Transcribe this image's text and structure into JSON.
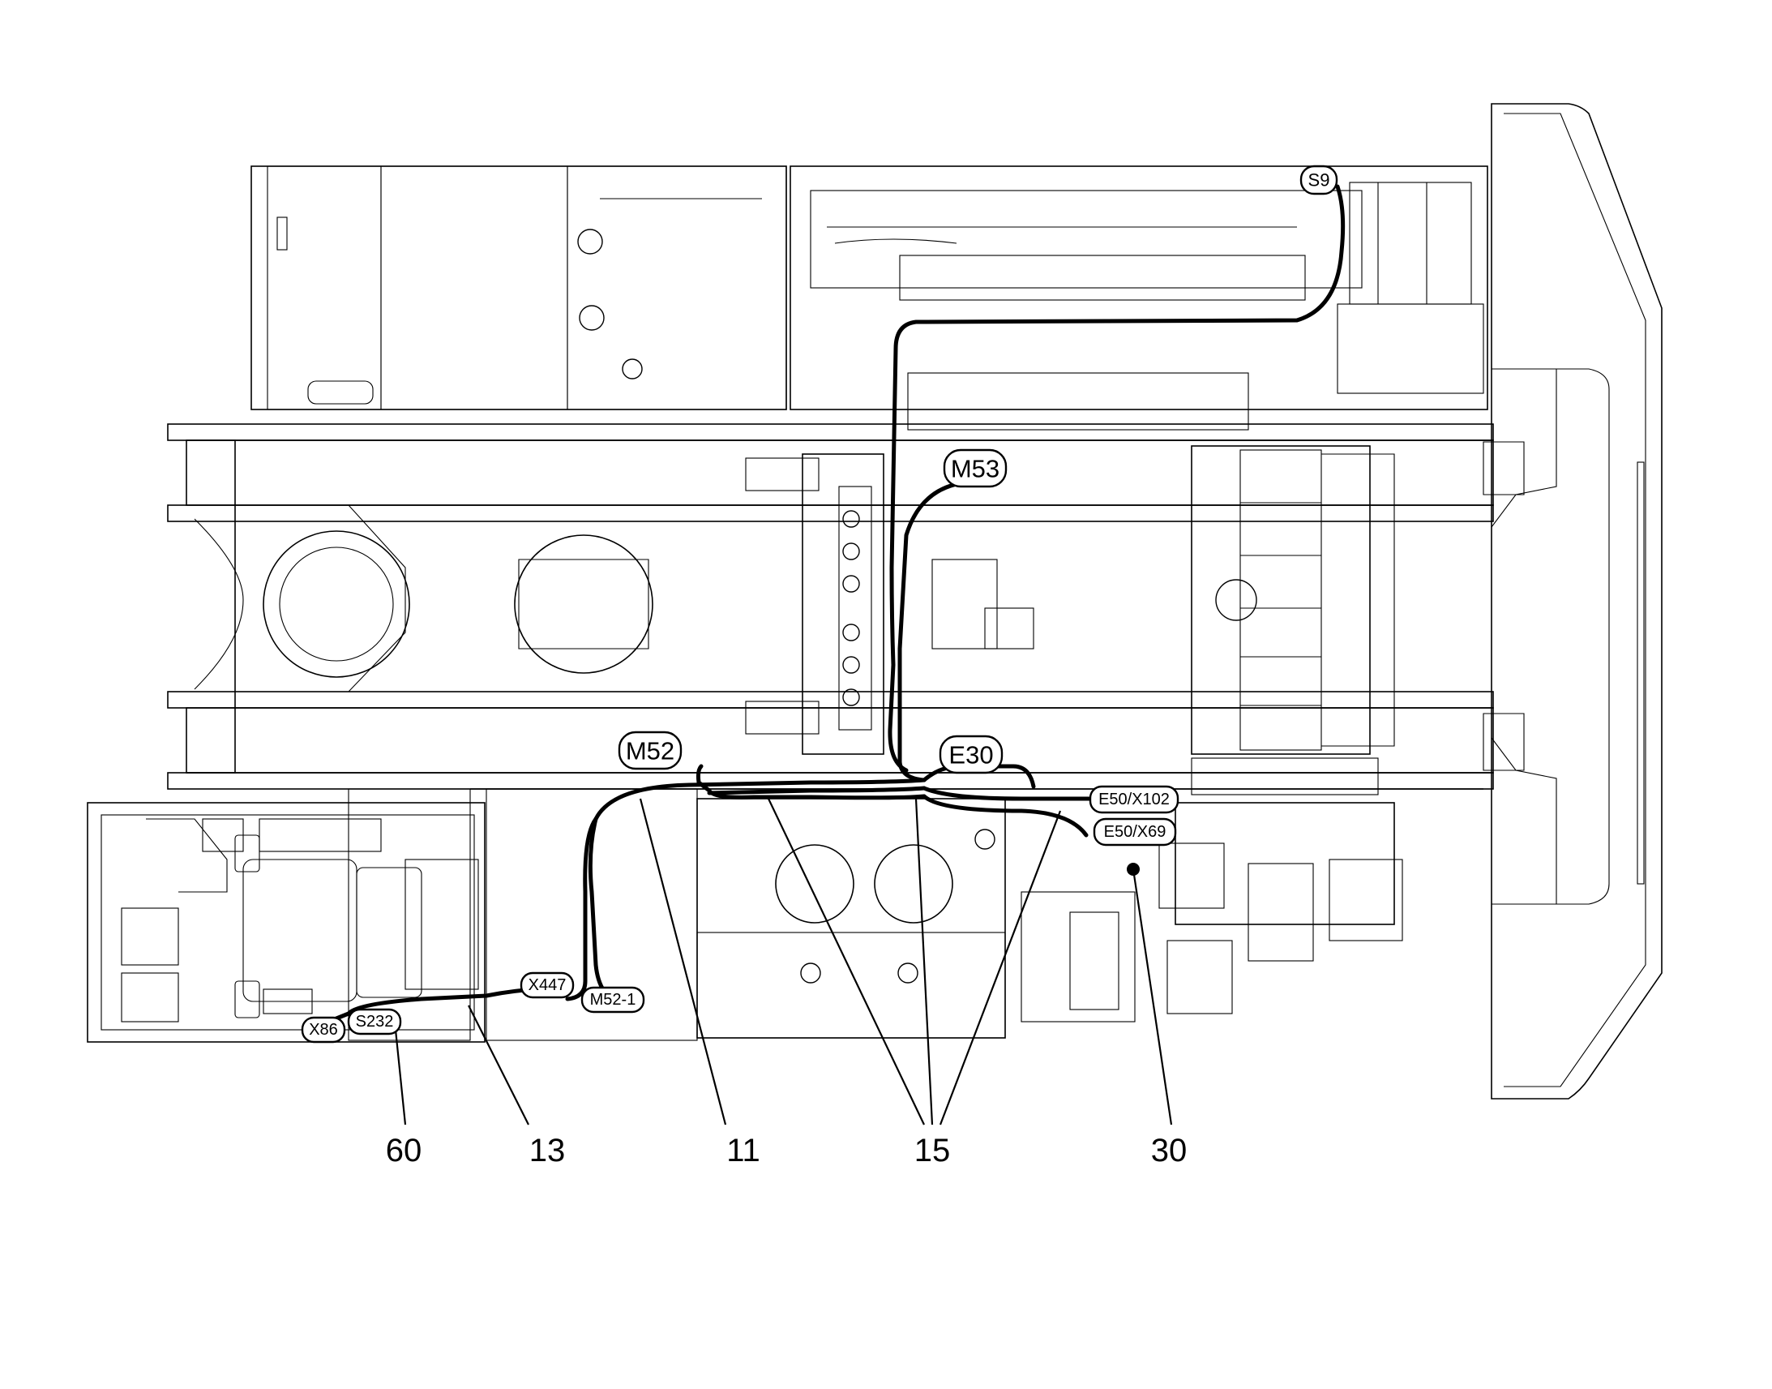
{
  "diagram": {
    "connector_tags": [
      {
        "id": "S9",
        "label": "S9"
      },
      {
        "id": "M53",
        "label": "M53"
      },
      {
        "id": "M52",
        "label": "M52"
      },
      {
        "id": "E30",
        "label": "E30"
      },
      {
        "id": "E50-X102",
        "label": "E50/X102"
      },
      {
        "id": "E50-X69",
        "label": "E50/X69"
      },
      {
        "id": "X447",
        "label": "X447"
      },
      {
        "id": "M52-1",
        "label": "M52-1"
      },
      {
        "id": "X86",
        "label": "X86"
      },
      {
        "id": "S232",
        "label": "S232"
      }
    ],
    "callouts": [
      {
        "id": "60",
        "label": "60"
      },
      {
        "id": "13",
        "label": "13"
      },
      {
        "id": "11",
        "label": "11"
      },
      {
        "id": "15",
        "label": "15"
      },
      {
        "id": "30",
        "label": "30"
      }
    ]
  }
}
